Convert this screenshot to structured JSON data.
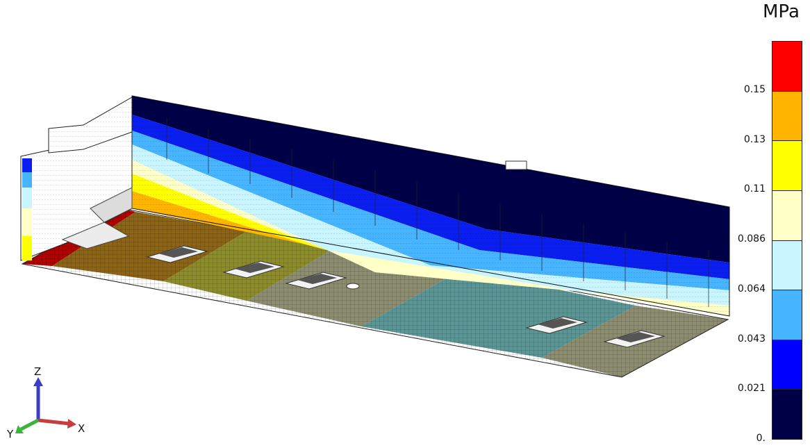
{
  "legend": {
    "unit": "MPa",
    "ticks": [
      "0.15",
      "0.13",
      "0.11",
      "0.086",
      "0.064",
      "0.043",
      "0.021",
      "0."
    ],
    "bands_top_to_bottom": [
      "#ff0000",
      "#ffb400",
      "#ffff00",
      "#ffffc8",
      "#c8f5ff",
      "#46b4ff",
      "#0000ff",
      "#000046"
    ]
  },
  "triad": {
    "z_label": "Z",
    "y_label": "Y",
    "x_label": "X"
  },
  "colors": {
    "dark_navy": "#000046",
    "blue": "#0a1ef0",
    "light_blue": "#46b4ff",
    "pale_cyan": "#c8f5ff",
    "cream": "#ffffc8",
    "yellow": "#ffff00",
    "orange": "#ffb400",
    "red": "#b40000",
    "floor_brown": "#8c6414",
    "floor_olive": "#8c8c28",
    "floor_khaki": "#8c8c6e",
    "floor_teal": "#5a9696"
  }
}
